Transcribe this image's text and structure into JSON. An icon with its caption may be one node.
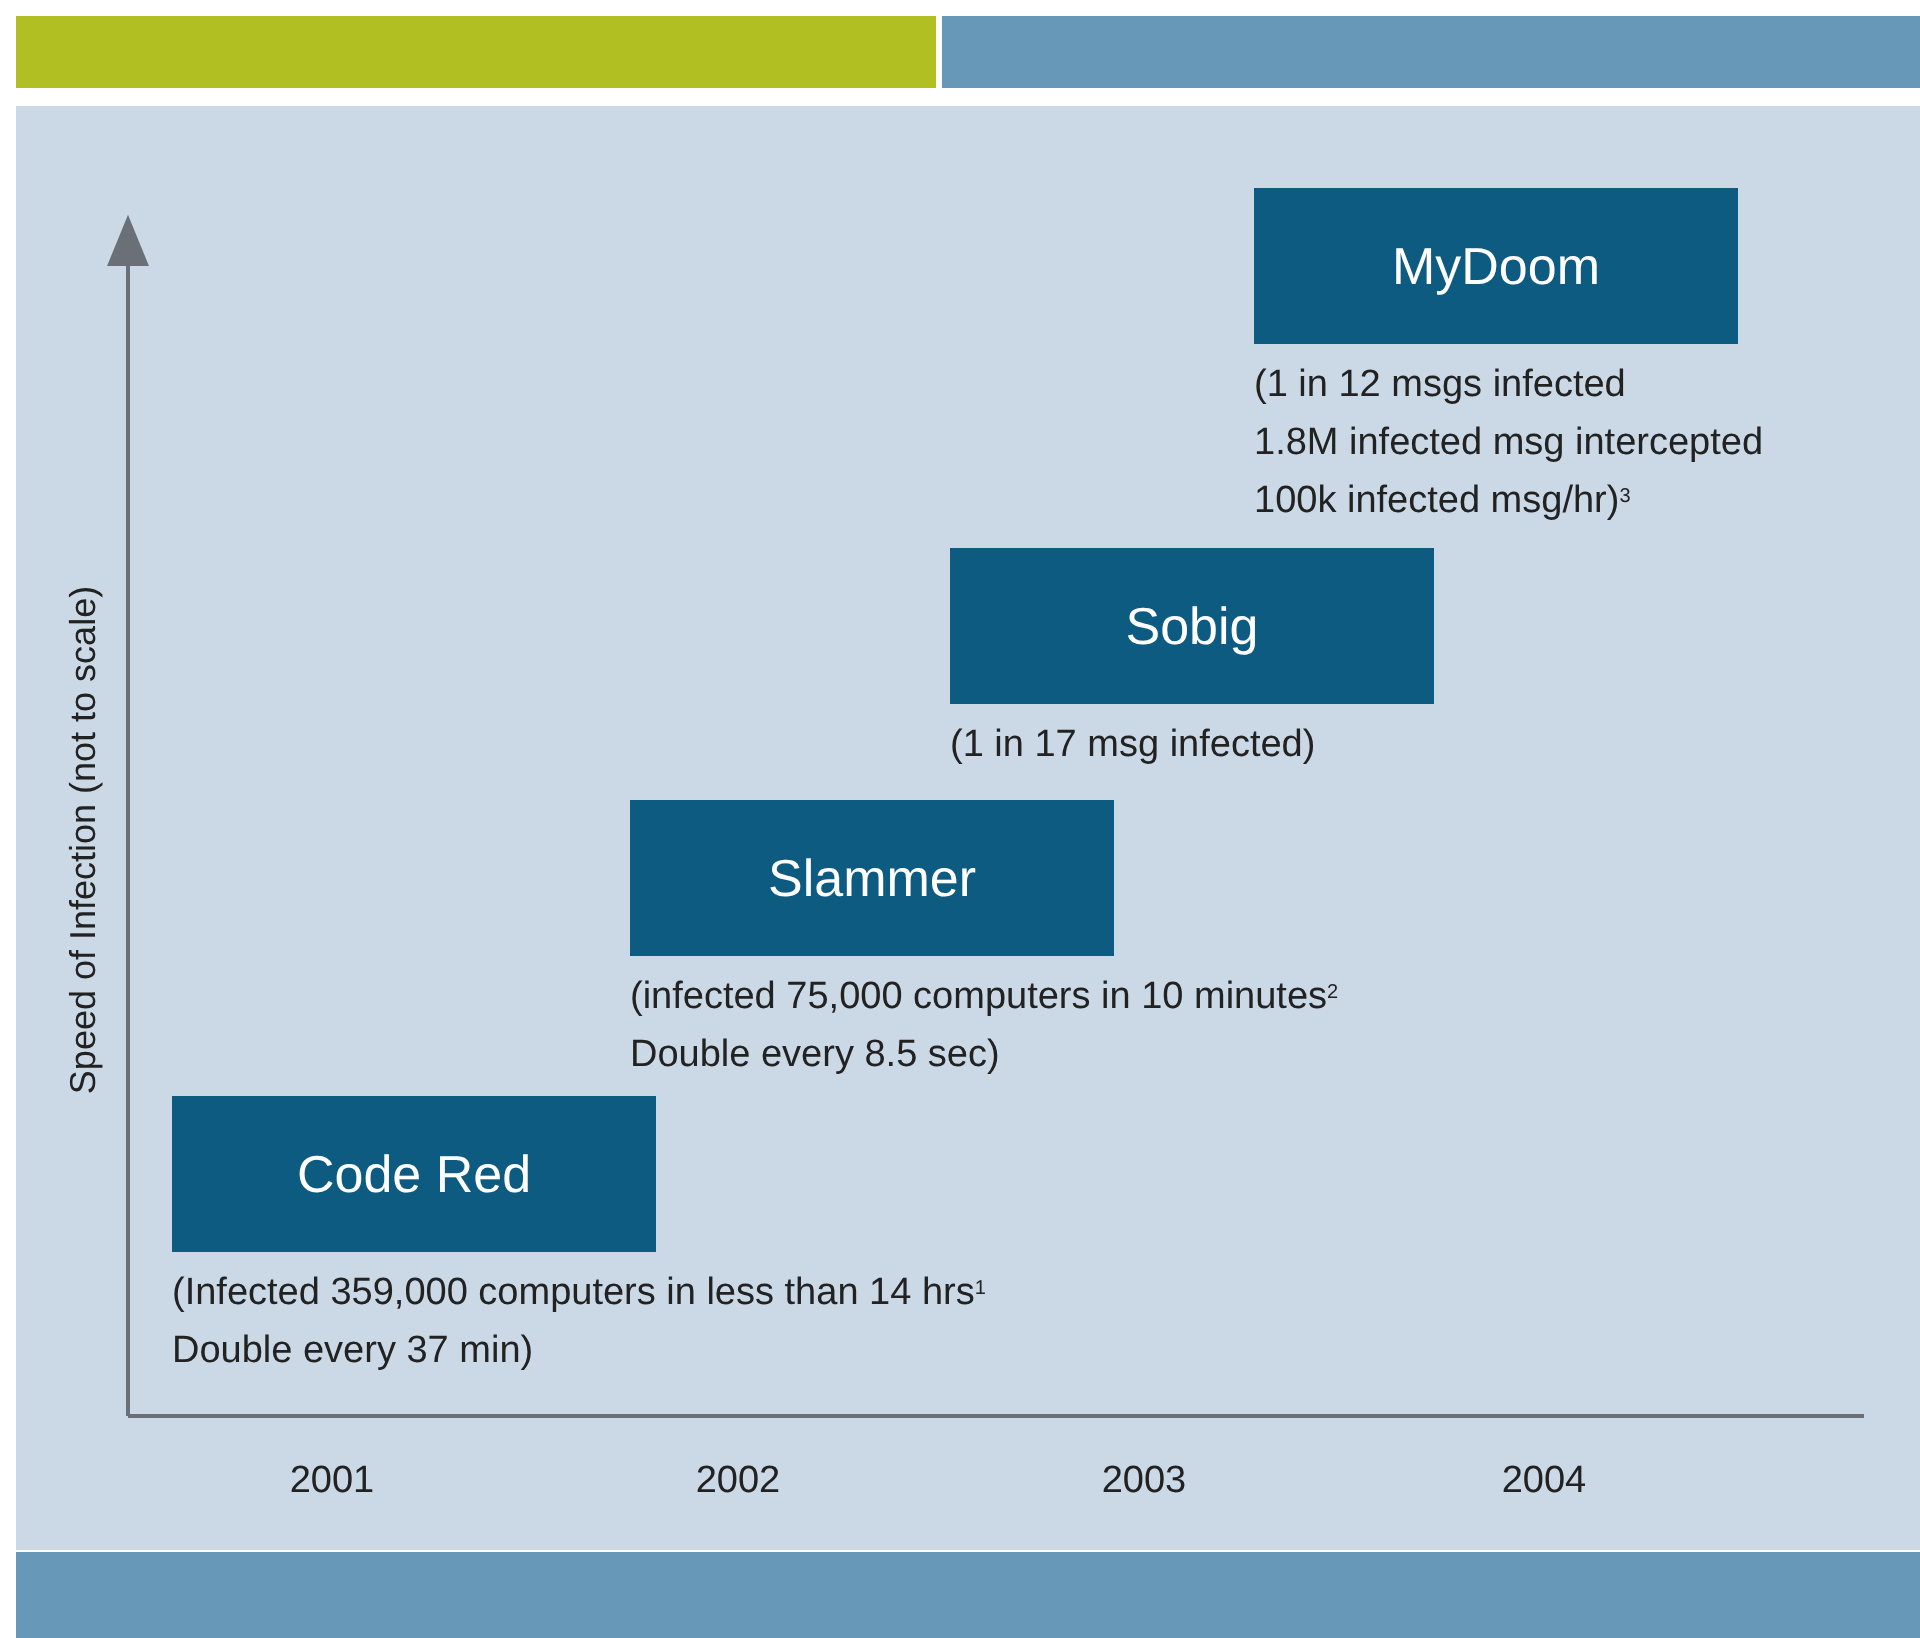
{
  "diagram": {
    "nodes": [
      {
        "text": [
          "Code Red"
        ],
        "beside": [
          "(Infected 359,000 computers in less than 14 hrs$^{1}$",
          "Double every 37 min)"
        ]
      },
      {
        "text": [
          "Slammer"
        ],
        "beside": [
          "(infected 75,000 computers in 10 minutes$^{2}$",
          "Double every 8.5 sec)"
        ]
      },
      {
        "text": [
          "Sobig"
        ],
        "beside": [
          "(1 in 17 msg infected)"
        ]
      },
      {
        "text": [
          "MyDoom"
        ],
        "beside": [
          "(1 in 12 msgs infected",
          "1.8M infected msg intercepted",
          "100k infected msg/hr)$^{3}$"
        ]
      }
    ],
    "labels": [
      "Speed of Infection (not to scale)",
      "2001",
      "2002",
      "2003",
      "2004"
    ]
  }
}
